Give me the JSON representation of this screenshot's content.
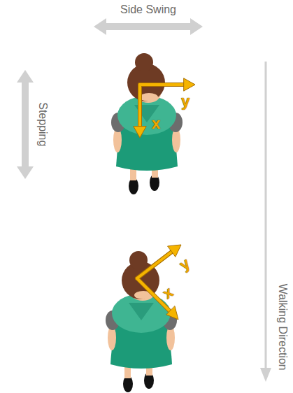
{
  "diagram": {
    "labels": [
      "Side Swing",
      "Stepping",
      "Walking Direction",
      "y",
      "x",
      "y",
      "x"
    ]
  }
}
